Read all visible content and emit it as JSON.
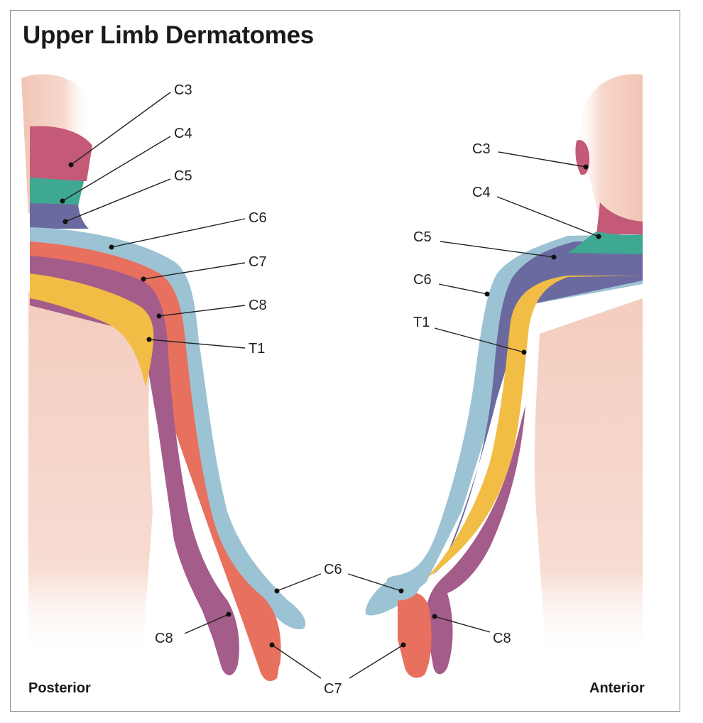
{
  "title": "Upper Limb Dermatomes",
  "views": {
    "posterior": "Posterior",
    "anterior": "Anterior"
  },
  "colors": {
    "skin": "#f4cdbf",
    "C3": "#c45a78",
    "C4": "#3fa893",
    "C5": "#6b6aa0",
    "C6": "#9cc3d3",
    "C7": "#e8705e",
    "C8": "#a45c8a",
    "T1": "#f1bd45"
  },
  "labels": {
    "p_c3": "C3",
    "p_c4": "C4",
    "p_c5": "C5",
    "p_c6": "C6",
    "p_c7": "C7",
    "p_c8": "C8",
    "p_t1": "T1",
    "a_c3": "C3",
    "a_c4": "C4",
    "a_c5": "C5",
    "a_c6": "C6",
    "a_t1": "T1",
    "hand_c6": "C6",
    "p_hand_c8": "C8",
    "a_hand_c8": "C8",
    "hand_c7": "C7"
  }
}
